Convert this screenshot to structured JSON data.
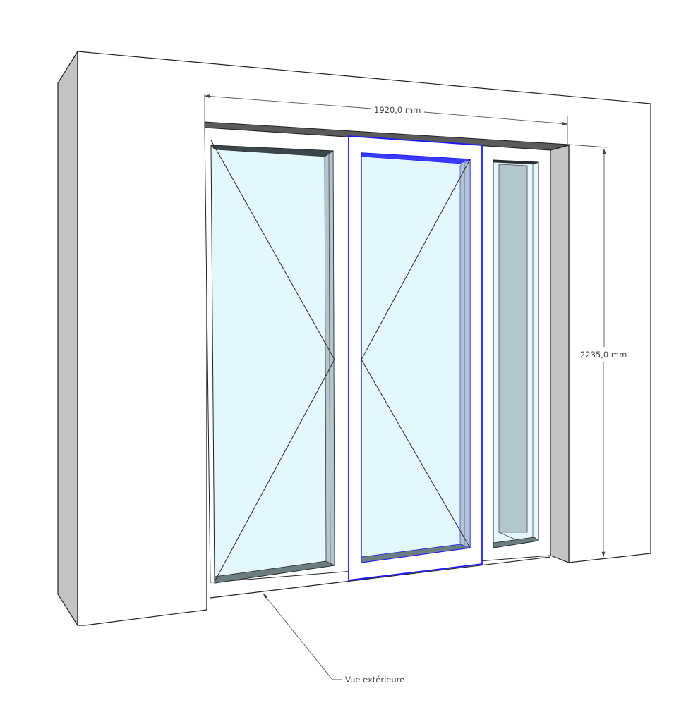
{
  "drawing": {
    "type": "3D window/door assembly elevation",
    "view_label": "Vue extérieure",
    "dimensions": {
      "width": "1920,0 mm",
      "height": "2235,0 mm"
    },
    "components": [
      {
        "name": "left-sash",
        "type": "casement",
        "opening_symbol": "X"
      },
      {
        "name": "center-sash",
        "type": "casement",
        "opening_symbol": "X",
        "selected": true
      },
      {
        "name": "right-fixed-panel",
        "type": "fixed"
      }
    ],
    "colors": {
      "wall_face": "#ffffff",
      "wall_side": "#c4c4c4",
      "lintel": "#5a5a5a",
      "glass": "#e3f7fd",
      "frame_reveal": "#b3c6cc",
      "selection": "#1a1aff",
      "dimension_line": "#555555",
      "edge": "#222222"
    }
  }
}
